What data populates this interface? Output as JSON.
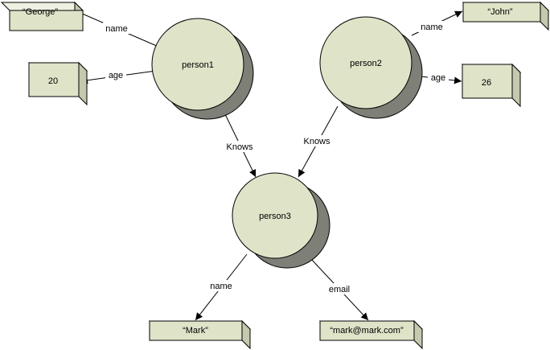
{
  "diagram": {
    "colors": {
      "node_fill": "#dfe3c8",
      "node_shadow": "#7e7f77",
      "box_front": "#dfe3c8",
      "box_top": "#eff1e2",
      "box_side": "#c5c9ad",
      "stroke": "#000000"
    },
    "nodes": {
      "person1": {
        "label": "person1"
      },
      "person2": {
        "label": "person2"
      },
      "person3": {
        "label": "person3"
      }
    },
    "values": {
      "george": "“George”",
      "age20": "20",
      "john": "“John”",
      "age26": "26",
      "mark": "“Mark”",
      "email": "“mark@mark.com”"
    },
    "edges": {
      "p1_name": "name",
      "p1_age": "age",
      "p2_name": "name",
      "p2_age": "age",
      "p1_knows": "Knows",
      "p2_knows": "Knows",
      "p3_name": "name",
      "p3_email": "email"
    }
  }
}
